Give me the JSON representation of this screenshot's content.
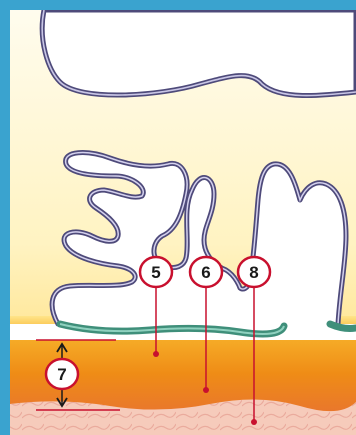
{
  "diagram": {
    "callouts": [
      {
        "id": "callout-5",
        "label": "5"
      },
      {
        "id": "callout-6",
        "label": "6"
      },
      {
        "id": "callout-8",
        "label": "8"
      },
      {
        "id": "callout-7",
        "label": "7"
      }
    ],
    "colors": {
      "border": "#3aa3cf",
      "background_top": "#fffbe6",
      "background_mid": "#fff1b8",
      "epidermis": "#f2a31c",
      "dermis_pink": "#f7d0c0",
      "outline": "#4e4a7a",
      "callout_stroke": "#c8102e",
      "membrane": "#3f8f7a"
    }
  }
}
